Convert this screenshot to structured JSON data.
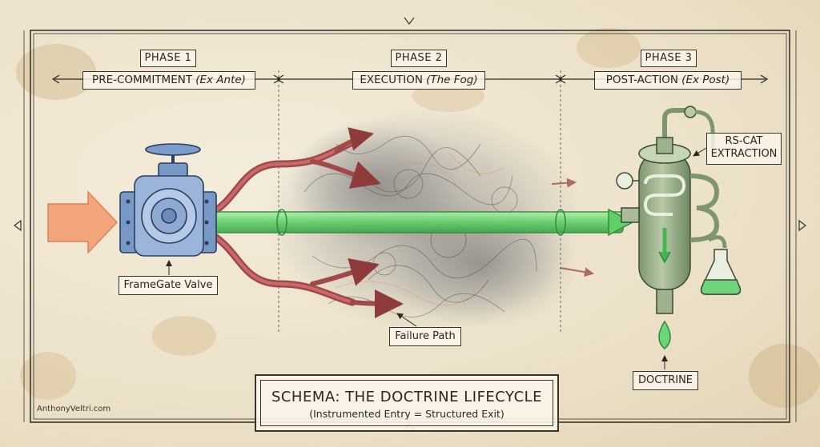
{
  "phases": [
    {
      "number": "PHASE 1",
      "name": "PRE-COMMITMENT",
      "qualifier": "(Ex Ante)"
    },
    {
      "number": "PHASE 2",
      "name": "EXECUTION",
      "qualifier": "(The Fog)"
    },
    {
      "number": "PHASE 3",
      "name": "POST-ACTION",
      "qualifier": "(Ex Post)"
    }
  ],
  "labels": {
    "valve": "FrameGate Valve",
    "failure": "Failure Path",
    "extraction_line1": "RS-CAT",
    "extraction_line2": "EXTRACTION",
    "doctrine": "DOCTRINE"
  },
  "title": {
    "main": "SCHEMA: THE DOCTRINE LIFECYCLE",
    "sub": "(Instrumented Entry = Structured Exit)"
  },
  "credit": "AnthonyVeltri.com",
  "colors": {
    "paper": "#efe6d3",
    "ink": "#2a2620",
    "valve_blue": "#6f8fbf",
    "success_green": "#5fcf6a",
    "failure_red": "#8e3b3b",
    "input_orange": "#ef9a6e",
    "distiller_green": "#8ea880"
  }
}
